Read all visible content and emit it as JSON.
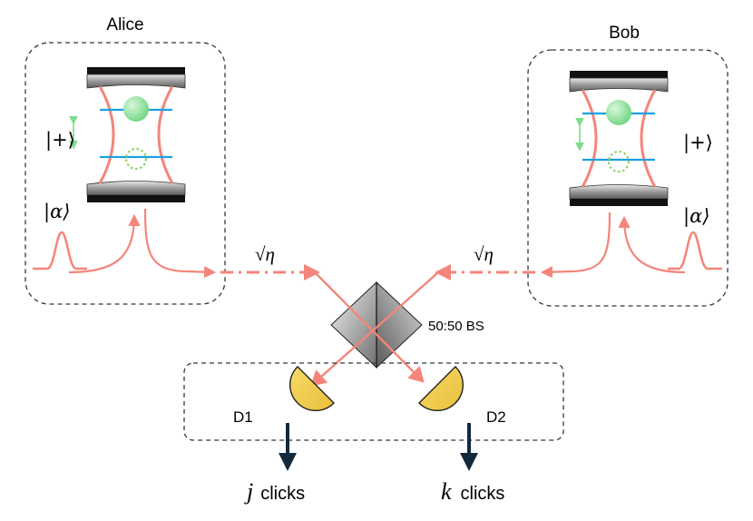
{
  "parties": {
    "alice": {
      "name": "Alice",
      "qubit_state": "|+⟩",
      "pulse_state": "|α⟩"
    },
    "bob": {
      "name": "Bob",
      "qubit_state": "|+⟩",
      "pulse_state": "|α⟩"
    }
  },
  "channel": {
    "alice_loss": "√η",
    "bob_loss": "√η"
  },
  "beamsplitter": {
    "label": "50:50 BS"
  },
  "detectors": {
    "d1": {
      "label": "D1",
      "count_var": "j",
      "count_text": "clicks"
    },
    "d2": {
      "label": "D2",
      "count_var": "k",
      "count_text": "clicks"
    }
  },
  "colors": {
    "laser": "#f4857a",
    "atom_level": "#1ea0e0",
    "atom": "#7ddc8a",
    "detector": "#f5d057",
    "box_border": "#2b3a4a",
    "arrow": "#14283c",
    "mirror_dark": "#111111"
  }
}
